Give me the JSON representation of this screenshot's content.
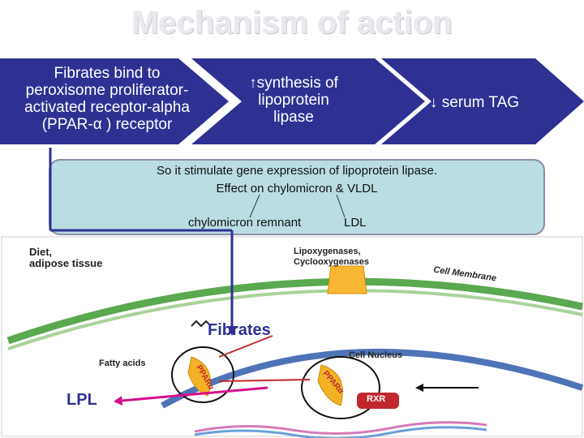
{
  "title": "Mechanism of action",
  "steps": [
    {
      "lines": [
        "Fibrates  bind to",
        "peroxisome proliferator-",
        "activated receptor-alpha",
        "(PPAR-α ) receptor"
      ]
    },
    {
      "lines": [
        "↑synthesis of",
        "lipoprotein",
        "lipase"
      ]
    },
    {
      "lines": [
        "↓ serum TAG"
      ]
    }
  ],
  "effect_box": {
    "line1": "So it stimulate gene expression of lipoprotein lipase.",
    "line2": "Effect on chylomicron & VLDL",
    "targets": [
      "chylomicron remnant",
      "LDL"
    ]
  },
  "figure": {
    "diet": [
      "Diet,",
      "adipose tissue"
    ],
    "lipox": [
      "Lipoxygenases,",
      "Cyclooxygenases"
    ],
    "membrane": "Cell Membrane",
    "drug": "Fibrates",
    "fatty_acids": "Fatty acids",
    "nucleus": "Cell Nucleus",
    "ppar": "PPARα",
    "rxr": "RXR",
    "lpl": "LPL"
  },
  "colors": {
    "chevron": "#2e3192",
    "box_fill": "#b9dde3",
    "arrow": "#d60f8c",
    "rxr": "#c0282e",
    "ppar": "#f3b226",
    "membrane": "#5aa84f"
  }
}
